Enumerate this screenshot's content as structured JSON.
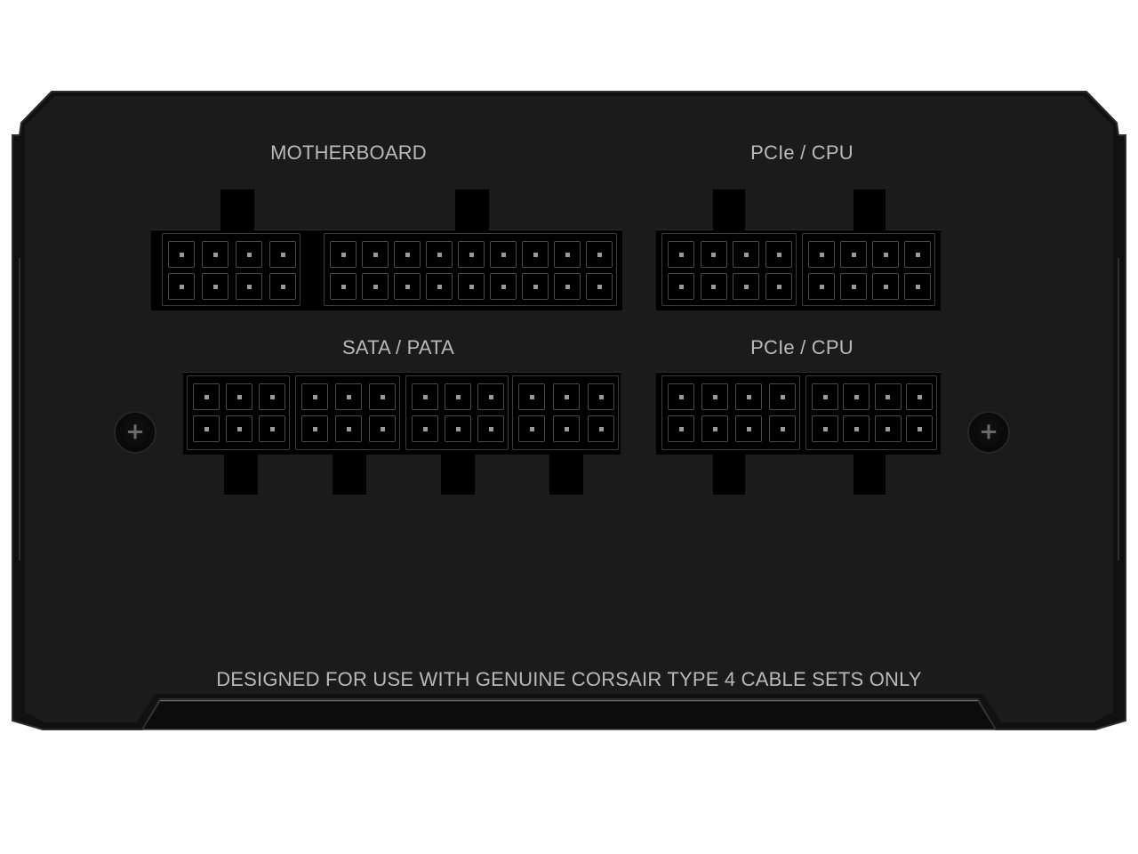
{
  "labels": {
    "motherboard": "MOTHERBOARD",
    "pcie_cpu_top": "PCIe / CPU",
    "sata_pata": "SATA / PATA",
    "pcie_cpu_bottom": "PCIe / CPU",
    "notice": "DESIGNED FOR USE WITH GENUINE CORSAIR TYPE 4 CABLE SETS ONLY"
  },
  "connectors": {
    "motherboard_pin_columns": [
      4,
      9
    ],
    "pcie_cpu_top_pin_columns": [
      4,
      4
    ],
    "sata_pata_pin_columns": [
      3,
      3,
      3,
      3
    ],
    "pcie_cpu_bottom_pin_columns": [
      4,
      4
    ]
  },
  "colors": {
    "panel": "#1b1b1b",
    "bezel": "#111111",
    "text": "#b9b9b9",
    "connector": "#000000"
  },
  "icons": {
    "left_screw": "screw-icon",
    "right_screw": "screw-icon"
  }
}
